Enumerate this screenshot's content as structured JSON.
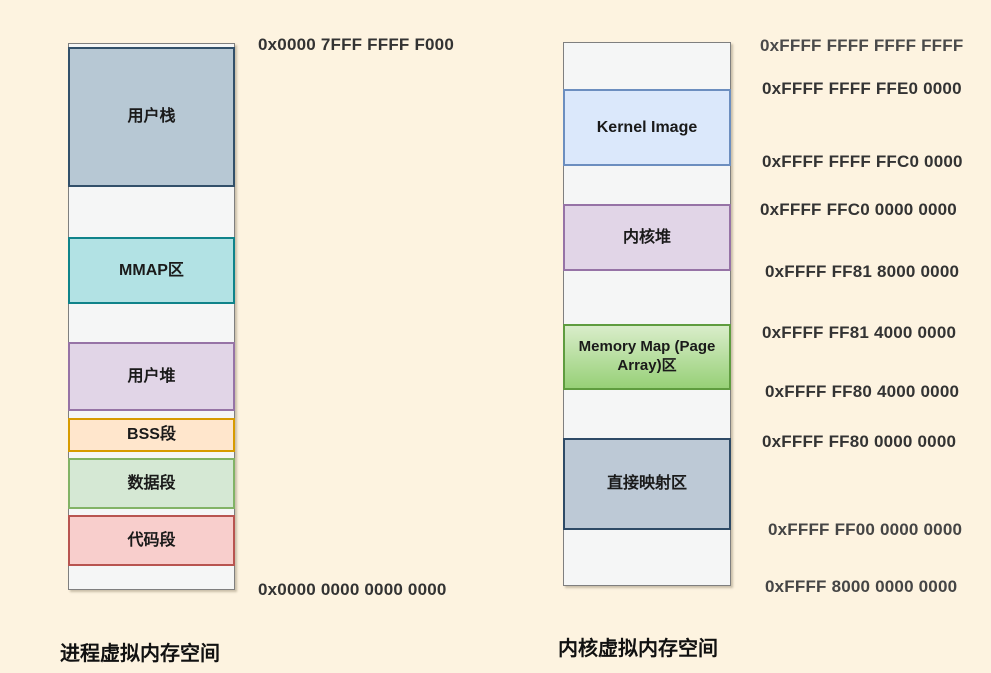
{
  "page": {
    "background_color": "#fdf3e0",
    "description_colors": {
      "column_fill": "#f5f6f6",
      "column_border": "#7f7f7f",
      "label_text": "#1a1a1a",
      "address_text": "#333333"
    }
  },
  "left_diagram": {
    "title": "进程虚拟内存空间",
    "top_address": "0x0000 7FFF FFFF F000",
    "bottom_address": "0x0000 0000 0000 0000",
    "segments": [
      {
        "label": "用户栈",
        "fill": "#b7c8d4",
        "stroke": "#32506a"
      },
      {
        "label": "MMAP区",
        "fill": "#b2e2e4",
        "stroke": "#0f838a"
      },
      {
        "label": "用户堆",
        "fill": "#e1d5e7",
        "stroke": "#9673a6"
      },
      {
        "label": "BSS段",
        "fill": "#ffe6cc",
        "stroke": "#d79b00"
      },
      {
        "label": "数据段",
        "fill": "#d5e8d4",
        "stroke": "#82b366"
      },
      {
        "label": "代码段",
        "fill": "#f8cecc",
        "stroke": "#b85450"
      }
    ]
  },
  "right_diagram": {
    "title": "内核虚拟内存空间",
    "segments": [
      {
        "label": "Kernel Image",
        "fill": "#dbe8fb",
        "stroke": "#6c8ebf"
      },
      {
        "label": "内核堆",
        "fill": "#e1d5e7",
        "stroke": "#9673a6"
      },
      {
        "label": "Memory Map (Page Array)区",
        "fill": "#d9edca",
        "fill2": "#97d077",
        "stroke": "#5f9c3f"
      },
      {
        "label": "直接映射区",
        "fill": "#bdc9d6",
        "stroke": "#2e4a66"
      }
    ],
    "addresses": [
      "0xFFFF FFFF FFFF FFFF",
      "0xFFFF FFFF FFE0 0000",
      "0xFFFF FFFF FFC0 0000",
      "0xFFFF FFC0 0000 0000",
      "0xFFFF FF81 8000 0000",
      "0xFFFF FF81 4000 0000",
      "0xFFFF FF80 4000 0000",
      "0xFFFF FF80 0000 0000",
      "0xFFFF FF00 0000 0000",
      "0xFFFF 8000 0000 0000"
    ]
  }
}
